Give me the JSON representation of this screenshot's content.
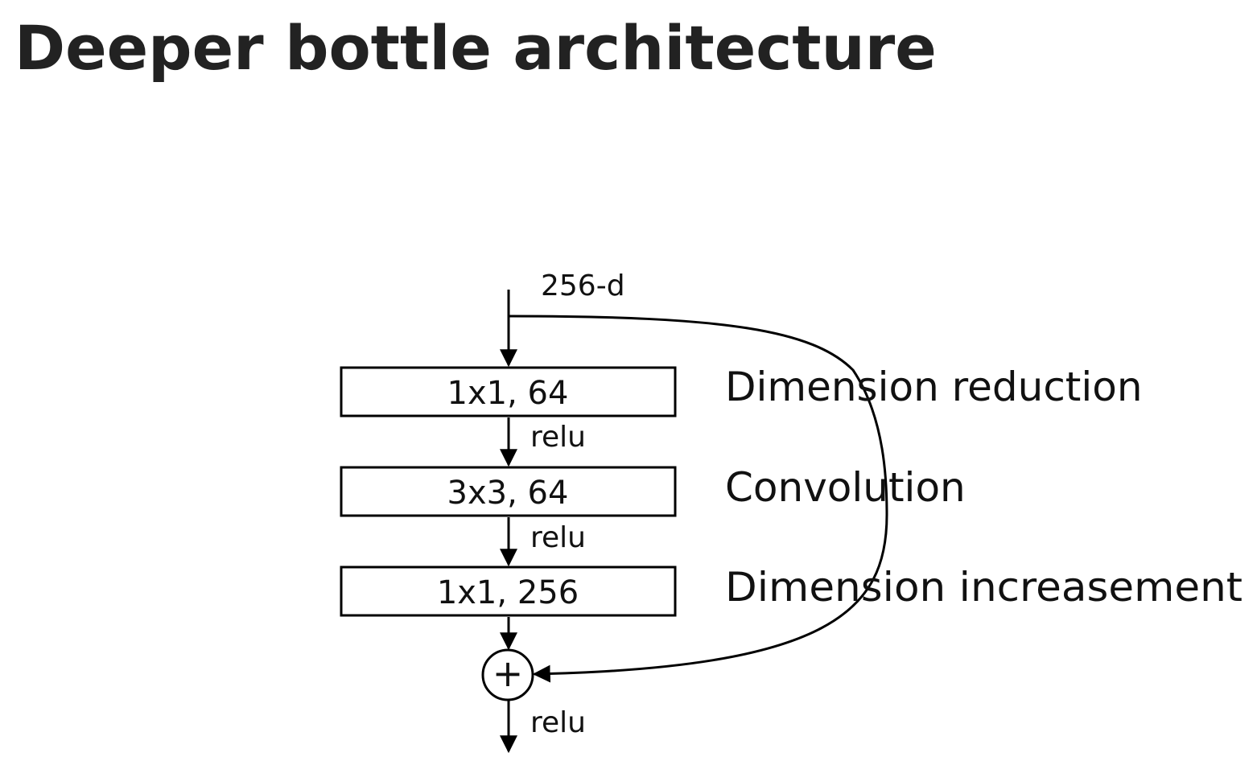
{
  "title": "Deeper bottle architecture",
  "diagram": {
    "input_label": "256-d",
    "layers": [
      {
        "label": "1x1, 64",
        "annotation": "Dimension reduction"
      },
      {
        "label": "3x3, 64",
        "annotation": "Convolution"
      },
      {
        "label": "1x1, 256",
        "annotation": "Dimension increasement"
      }
    ],
    "activation_label": "relu",
    "activations": [
      "relu",
      "relu",
      "relu"
    ],
    "sum_symbol": "+"
  }
}
